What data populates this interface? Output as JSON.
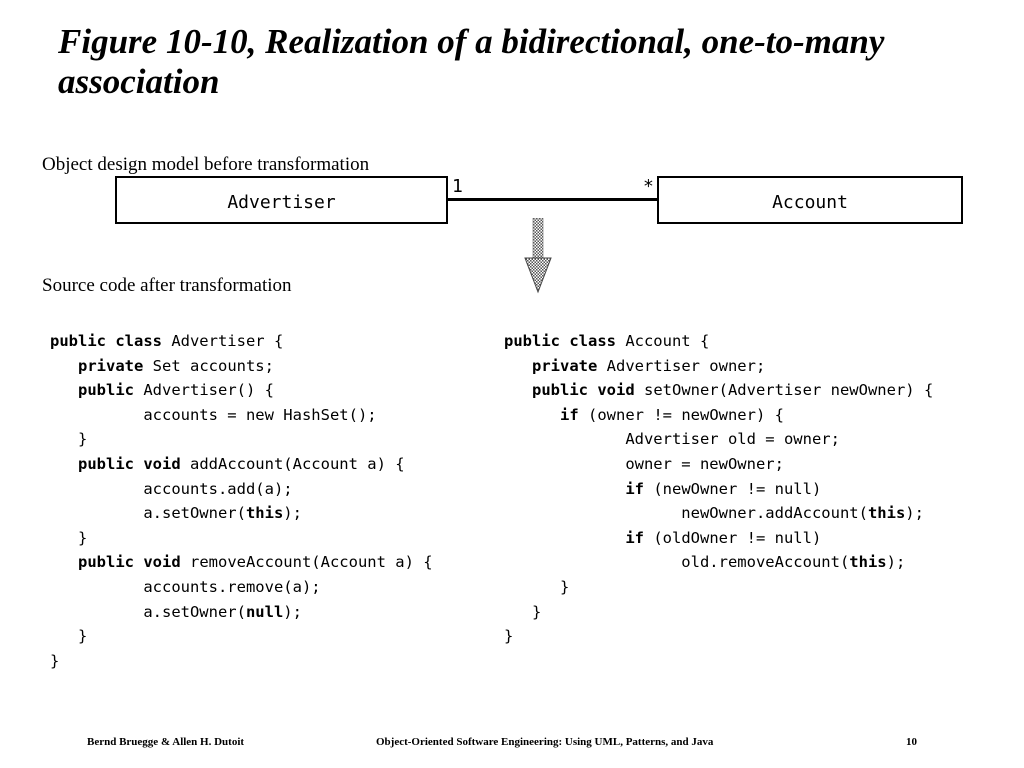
{
  "title": "Figure 10-10, Realization of a bidirectional, one-to-many association",
  "captions": {
    "before": "Object design model before transformation",
    "after": "Source code after transformation"
  },
  "diagram": {
    "left_class": "Advertiser",
    "right_class": "Account",
    "left_multiplicity": "1",
    "right_multiplicity": "*",
    "arrow_icon": "down-arrow-icon"
  },
  "code_left": [
    [
      {
        "t": "public class",
        "b": true
      },
      {
        "t": " Advertiser {",
        "b": false
      }
    ],
    [
      {
        "t": "   ",
        "b": false
      },
      {
        "t": "private",
        "b": true
      },
      {
        "t": " Set accounts;",
        "b": false
      }
    ],
    [
      {
        "t": "   ",
        "b": false
      },
      {
        "t": "public",
        "b": true
      },
      {
        "t": " Advertiser() {",
        "b": false
      }
    ],
    [
      {
        "t": "          accounts = new HashSet();",
        "b": false
      }
    ],
    [
      {
        "t": "   }",
        "b": false
      }
    ],
    [
      {
        "t": "   ",
        "b": false
      },
      {
        "t": "public void",
        "b": true
      },
      {
        "t": " addAccount(Account a) {",
        "b": false
      }
    ],
    [
      {
        "t": "          accounts.add(a);",
        "b": false
      }
    ],
    [
      {
        "t": "          a.setOwner(",
        "b": false
      },
      {
        "t": "this",
        "b": true
      },
      {
        "t": ");",
        "b": false
      }
    ],
    [
      {
        "t": "   }",
        "b": false
      }
    ],
    [
      {
        "t": "   ",
        "b": false
      },
      {
        "t": "public void",
        "b": true
      },
      {
        "t": " removeAccount(Account a) {",
        "b": false
      }
    ],
    [
      {
        "t": "          accounts.remove(a);",
        "b": false
      }
    ],
    [
      {
        "t": "          a.setOwner(",
        "b": false
      },
      {
        "t": "null",
        "b": true
      },
      {
        "t": ");",
        "b": false
      }
    ],
    [
      {
        "t": "   }",
        "b": false
      }
    ],
    [
      {
        "t": "}",
        "b": false
      }
    ]
  ],
  "code_right": [
    [
      {
        "t": "public class",
        "b": true
      },
      {
        "t": " Account {",
        "b": false
      }
    ],
    [
      {
        "t": "   ",
        "b": false
      },
      {
        "t": "private",
        "b": true
      },
      {
        "t": " Advertiser owner;",
        "b": false
      }
    ],
    [
      {
        "t": "   ",
        "b": false
      },
      {
        "t": "public void",
        "b": true
      },
      {
        "t": " setOwner(Advertiser newOwner) {",
        "b": false
      }
    ],
    [
      {
        "t": "      ",
        "b": false
      },
      {
        "t": "if",
        "b": true
      },
      {
        "t": " (owner != newOwner) {",
        "b": false
      }
    ],
    [
      {
        "t": "             Advertiser old = owner;",
        "b": false
      }
    ],
    [
      {
        "t": "             owner = newOwner;",
        "b": false
      }
    ],
    [
      {
        "t": "             ",
        "b": false
      },
      {
        "t": "if",
        "b": true
      },
      {
        "t": " (newOwner != null)",
        "b": false
      }
    ],
    [
      {
        "t": "                   newOwner.addAccount(",
        "b": false
      },
      {
        "t": "this",
        "b": true
      },
      {
        "t": ");",
        "b": false
      }
    ],
    [
      {
        "t": "             ",
        "b": false
      },
      {
        "t": "if",
        "b": true
      },
      {
        "t": " (oldOwner != null)",
        "b": false
      }
    ],
    [
      {
        "t": "                   old.removeAccount(",
        "b": false
      },
      {
        "t": "this",
        "b": true
      },
      {
        "t": ");",
        "b": false
      }
    ],
    [
      {
        "t": "      }",
        "b": false
      }
    ],
    [
      {
        "t": "   }",
        "b": false
      }
    ],
    [
      {
        "t": "}",
        "b": false
      }
    ]
  ],
  "footer": {
    "authors": "Bernd Bruegge & Allen H. Dutoit",
    "book": "Object-Oriented Software Engineering: Using UML, Patterns, and Java",
    "page": "10"
  }
}
